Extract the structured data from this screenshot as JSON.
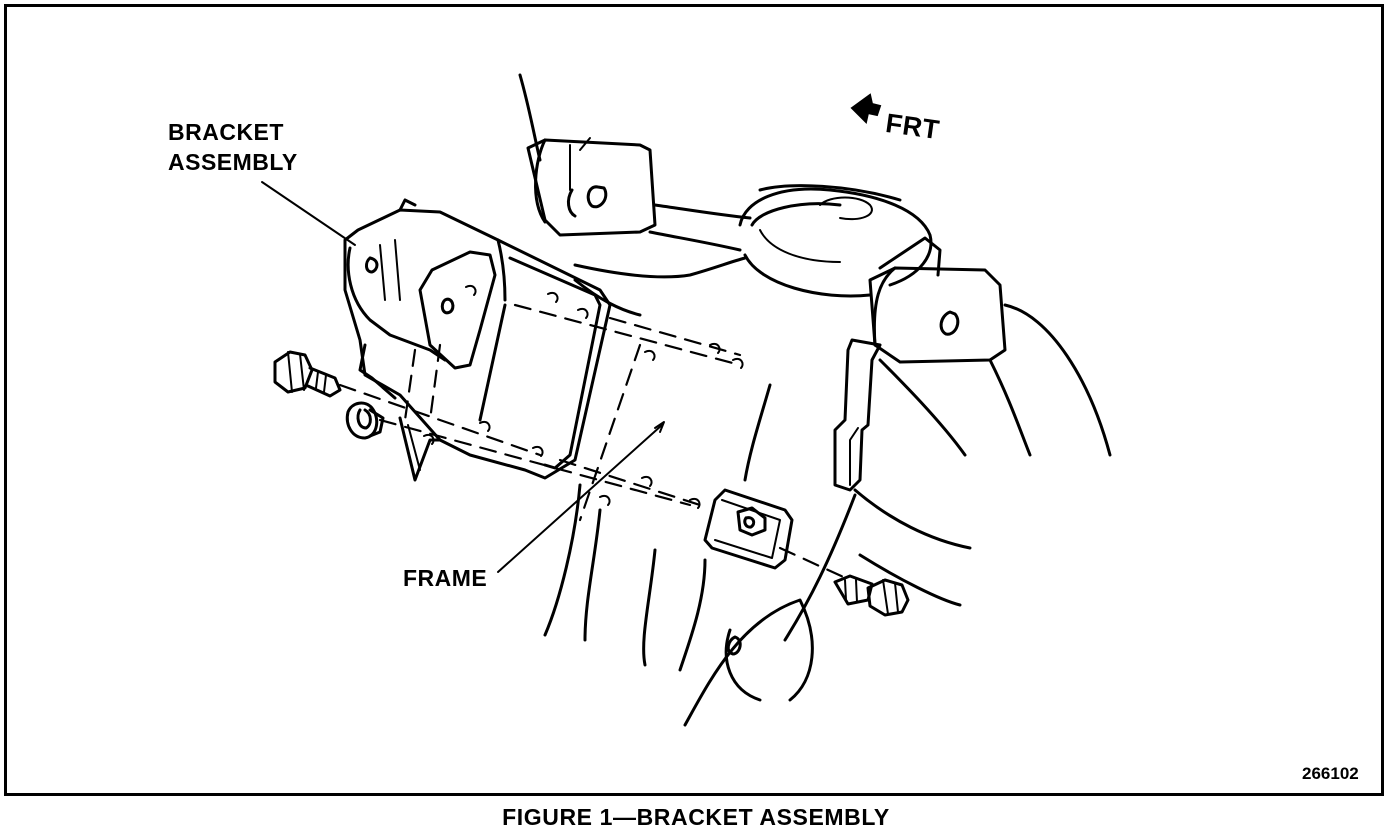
{
  "labels": {
    "bracket_line1": "BRACKET",
    "bracket_line2": "ASSEMBLY",
    "frt": "FRT",
    "frame": "FRAME",
    "figure_number": "266102"
  },
  "caption": "FIGURE 1—BRACKET ASSEMBLY",
  "colors": {
    "ink": "#000000",
    "paper": "#ffffff"
  }
}
